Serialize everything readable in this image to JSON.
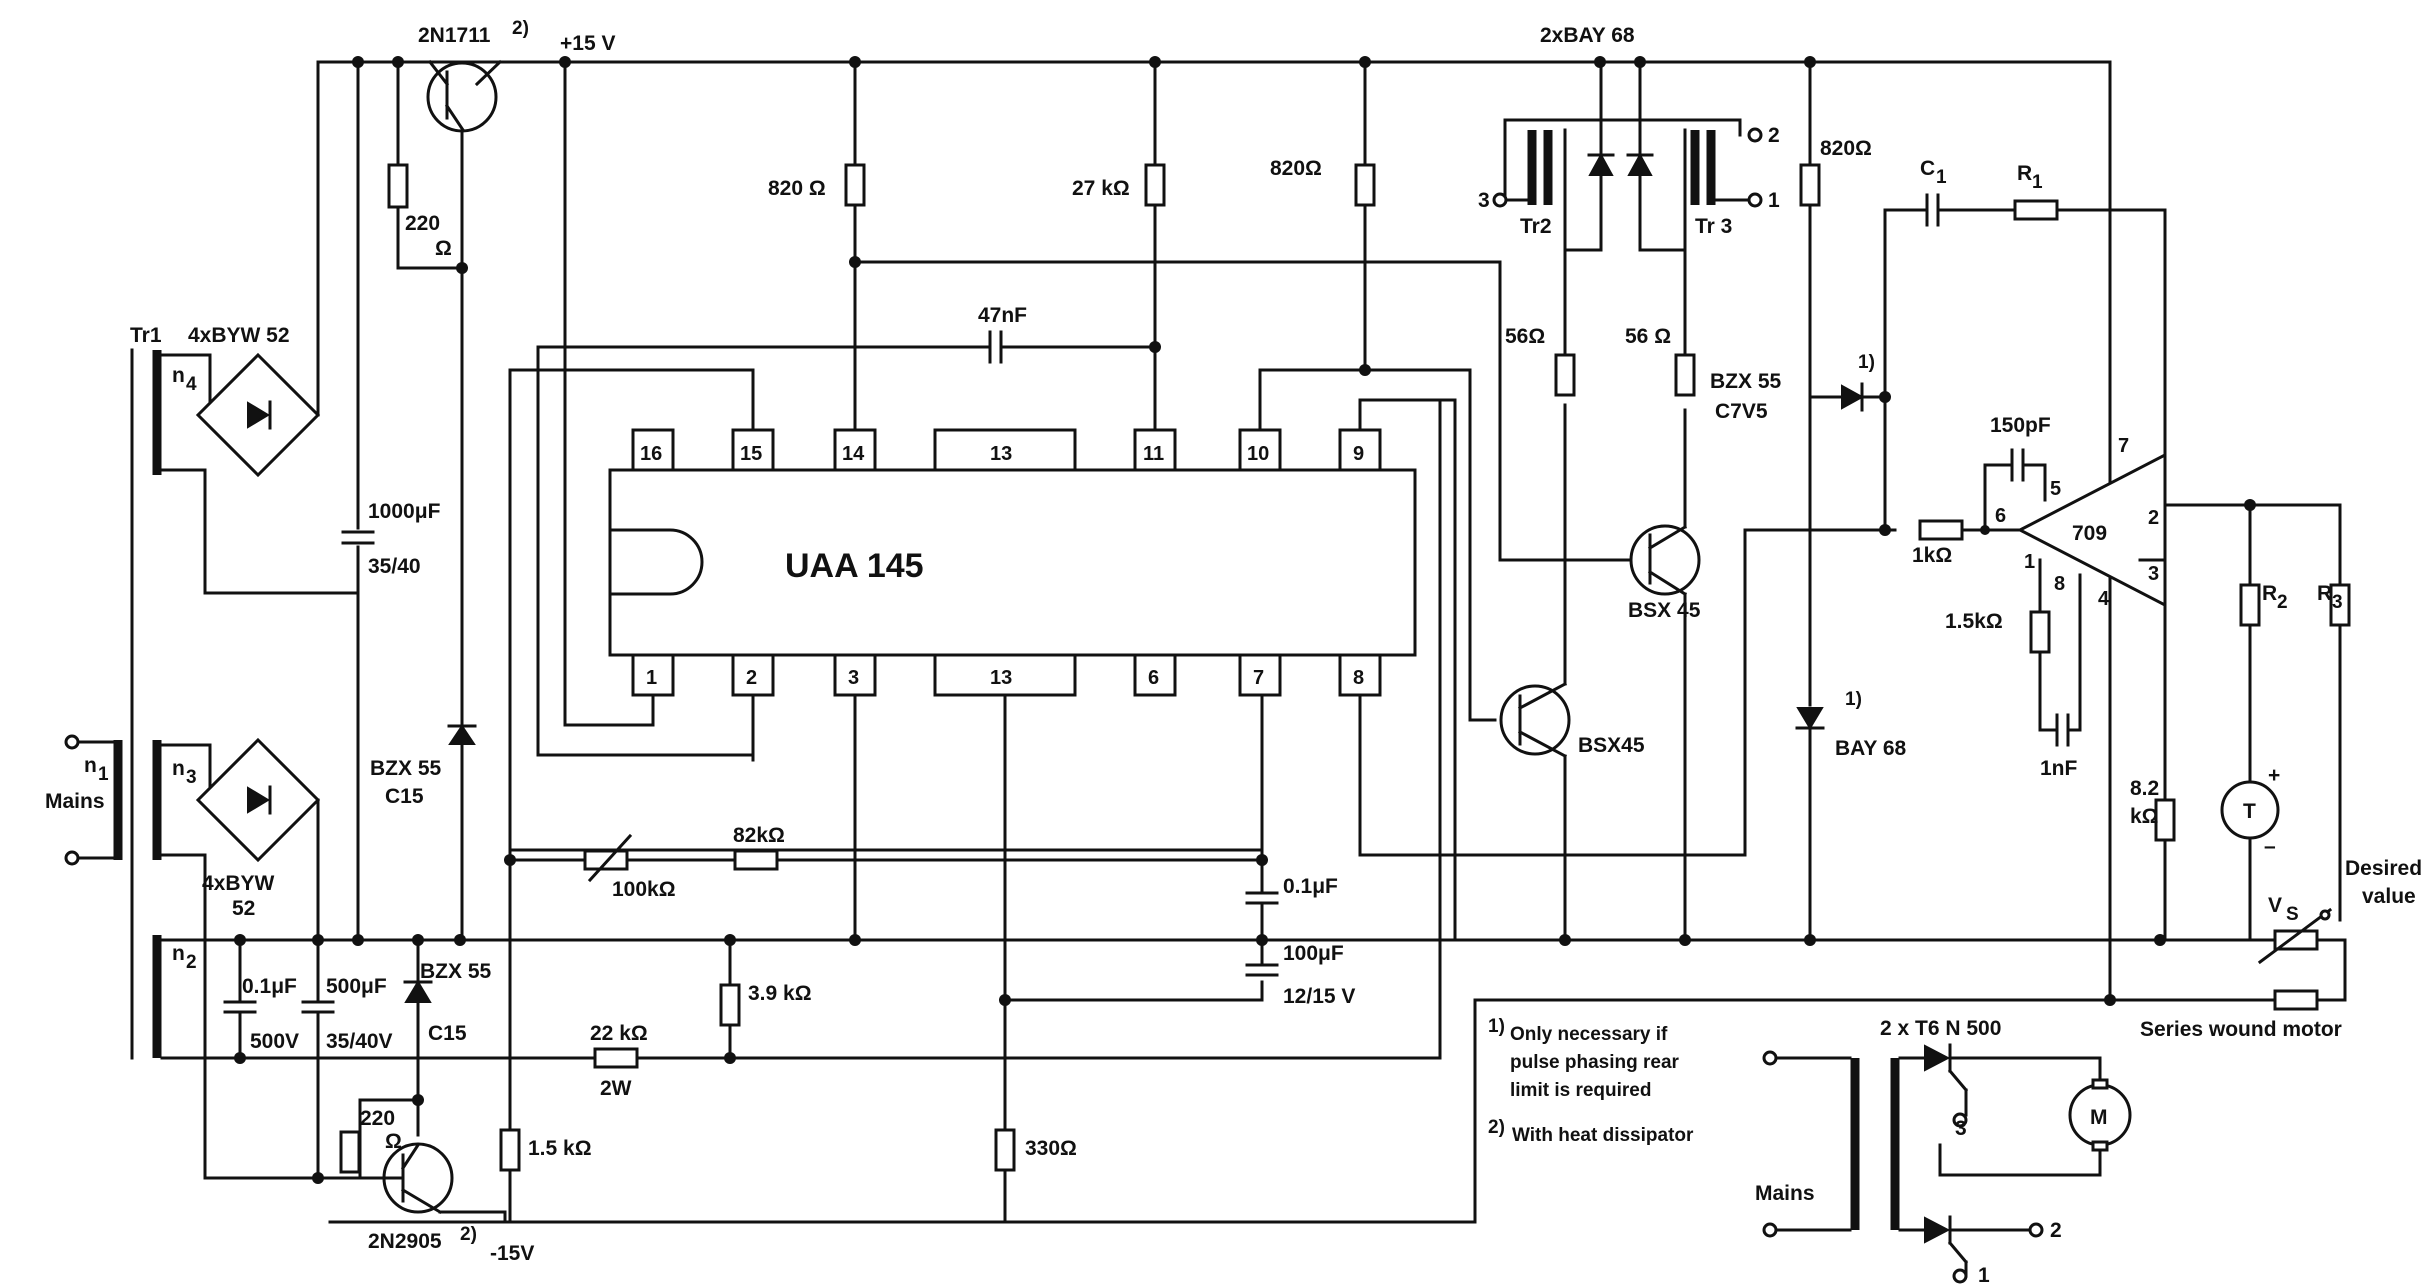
{
  "ic": {
    "name": "UAA 145",
    "pins_top": [
      "16",
      "15",
      "14",
      "13",
      "11",
      "10",
      "9"
    ],
    "pins_bottom": [
      "1",
      "2",
      "3",
      "13",
      "6",
      "7",
      "8"
    ]
  },
  "opamp": {
    "name": "709",
    "pins": {
      "p1": "1",
      "p2": "2",
      "p3": "3",
      "p4": "4",
      "p5": "5",
      "p6": "6",
      "p7": "7",
      "p8": "8"
    }
  },
  "labels": {
    "t_top": "2N1711",
    "t_top_sup": "2)",
    "plus15": "+15 V",
    "tr1": "Tr1",
    "byw_top": "4xBYW 52",
    "n4": "n",
    "n4s": "4",
    "n3": "n",
    "n3s": "3",
    "n2": "n",
    "n2s": "2",
    "n1": "n",
    "n1s": "1",
    "mains": "Mains",
    "byw_bot1": "4xBYW",
    "byw_bot2": "52",
    "r220a": "220",
    "r220a_u": "Ω",
    "c1000": "1000μF",
    "c1000v": "35/40",
    "zener1a": "BZX 55",
    "zener1b": "C15",
    "r820a": "820 Ω",
    "r27k": "27 kΩ",
    "r820b": "820Ω",
    "c47n": "47nF",
    "bay_top": "2xBAY 68",
    "tr2": "Tr2",
    "tr3": "Tr 3",
    "t_n3": "3",
    "t_n2": "2",
    "t_n1": "1",
    "r56a": "56Ω",
    "r56b": "56 Ω",
    "bsx1": "BSX 45",
    "bsx2": "BSX45",
    "r820c": "820Ω",
    "c1": "C",
    "c1s": "1",
    "r1": "R",
    "r1s": "1",
    "bzx_c7a": "BZX 55",
    "bzx_c7b": "C7V5",
    "fn1a": "1)",
    "c150p": "150pF",
    "r1k": "1kΩ",
    "r15k": "1.5kΩ",
    "c1n": "1nF",
    "bay68": "BAY 68",
    "fn1b": "1)",
    "r82k_a": "8.2",
    "r82k_b": "kΩ",
    "r2": "R",
    "r2s": "2",
    "r3": "R",
    "r3s": "3",
    "tacho": "T",
    "plus": "+",
    "minus": "–",
    "desired1": "Desired",
    "desired2": "value",
    "vs": "V",
    "vss": "S",
    "series_motor": "Series  wound motor",
    "pot100k": "100kΩ",
    "r82kohm": "82kΩ",
    "c01u": "0.1μF",
    "c100u": "100μF",
    "c100v": "12/15 V",
    "c01ub": "0.1μF",
    "c01ubv": "500V",
    "c500u": "500μF",
    "c500uv": "35/40V",
    "zener2a": "BZX 55",
    "zener2b": "C15",
    "r39k": "3.9 kΩ",
    "r22k": "22 kΩ",
    "r22kw": "2W",
    "r220b": "220",
    "r220b_u": "Ω",
    "r15k_b": "1.5 kΩ",
    "r330": "330Ω",
    "t_bot": "2N2905",
    "t_bot_sup": "2)",
    "minus15": "-15V",
    "note1_sup": "1)",
    "note1_l1": "Only necessary if",
    "note1_l2": "pulse phasing rear",
    "note1_l3": "limit is required",
    "note2_sup": "2)",
    "note2_l1": "With heat dissipator",
    "thy": "2 x T6 N 500",
    "mains2": "Mains",
    "motor": "M",
    "th_n3": "3",
    "th_n2": "2",
    "th_n1": "1"
  }
}
